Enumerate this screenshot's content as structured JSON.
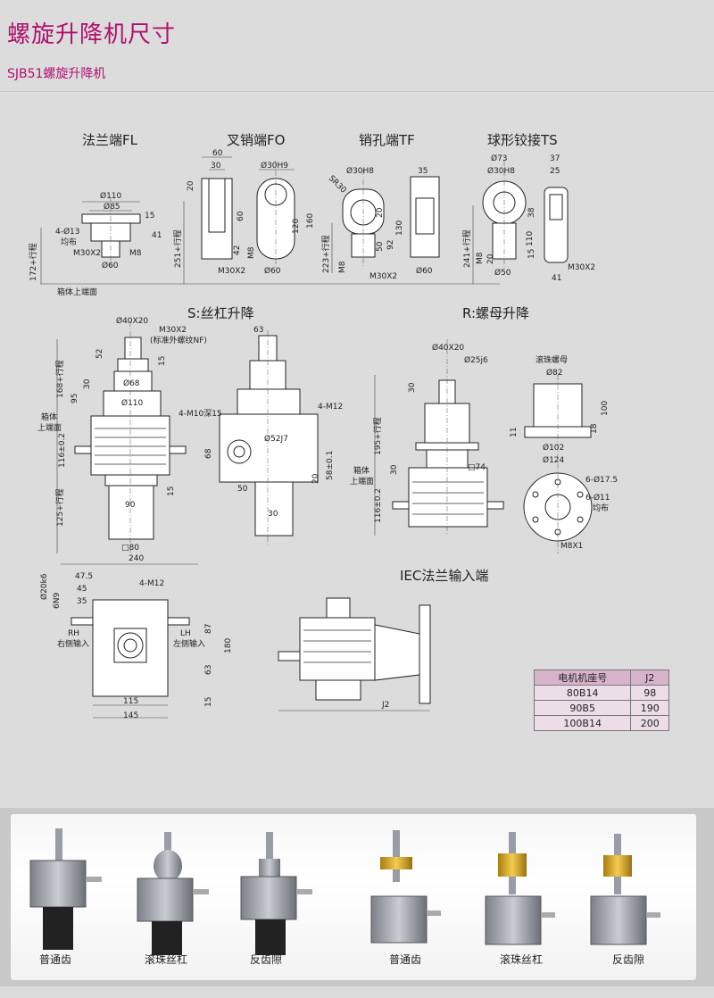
{
  "header": {
    "title": "螺旋升降机尺寸",
    "subtitle": "SJB51螺旋升降机"
  },
  "views": {
    "fl": "法兰端FL",
    "fo": "叉销端FO",
    "tf": "销孔端TF",
    "ts": "球形铰接TS",
    "s": "S:丝杠升降",
    "r": "R:螺母升降",
    "iec": "IEC法兰输入端"
  },
  "dimensions": {
    "fl": [
      "Ø110",
      "Ø85",
      "15",
      "41",
      "4-Ø13",
      "均布",
      "M30X2",
      "M8",
      "Ø60",
      "172+行程",
      "箱体上端面"
    ],
    "fo": [
      "60",
      "30",
      "20",
      "60",
      "42",
      "M30X2",
      "251+行程",
      "Ø30H9",
      "120",
      "160",
      "M8",
      "Ø60"
    ],
    "tf": [
      "Ø30H8",
      "SR30",
      "35",
      "130",
      "50",
      "92",
      "20",
      "223+行程",
      "M8",
      "M30X2",
      "Ø60"
    ],
    "ts": [
      "Ø73",
      "37",
      "Ø30H8",
      "25",
      "38",
      "110",
      "15",
      "241+行程",
      "M8",
      "20",
      "Ø50",
      "M30X2",
      "41"
    ],
    "s": [
      "Ø40X20",
      "M30X2",
      "(标准外螺纹NF)",
      "52",
      "15",
      "30",
      "Ø68",
      "168+行程",
      "95",
      "Ø110",
      "箱体",
      "上端面",
      "116±0.2",
      "15",
      "90",
      "125+行程",
      "□80"
    ],
    "s_side": [
      "63",
      "4-M10深15",
      "4-M12",
      "Ø52J7",
      "68",
      "50",
      "30",
      "58±0.1",
      "20"
    ],
    "r": [
      "Ø40X20",
      "Ø25j6",
      "30",
      "195+行程",
      "箱体",
      "上端面",
      "30",
      "□74",
      "116±0.2"
    ],
    "nut": [
      "滚珠螺母",
      "Ø82",
      "100",
      "11",
      "18",
      "Ø102",
      "Ø124",
      "6-Ø17.5",
      "6-Ø11",
      "均布",
      "M8X1"
    ],
    "top": [
      "240",
      "47.5",
      "45",
      "35",
      "Ø20k6",
      "6N9",
      "4-M12",
      "RH",
      "右侧输入",
      "LH",
      "左侧输入",
      "87",
      "180",
      "63",
      "15",
      "115",
      "145"
    ],
    "iec": [
      "J2"
    ]
  },
  "motor_table": {
    "header": [
      "电机机座号",
      "J2"
    ],
    "rows": [
      [
        "80B14",
        "98"
      ],
      [
        "90B5",
        "190"
      ],
      [
        "100B14",
        "200"
      ]
    ]
  },
  "photo_captions": [
    "普通齿",
    "滚珠丝杠",
    "反齿隙",
    "普通齿",
    "滚珠丝杠",
    "反齿隙"
  ],
  "colors": {
    "accent": "#b0106e",
    "table_header": "#d8b4cc",
    "table_row": "#ecdde7",
    "brass": "#d9a520"
  }
}
